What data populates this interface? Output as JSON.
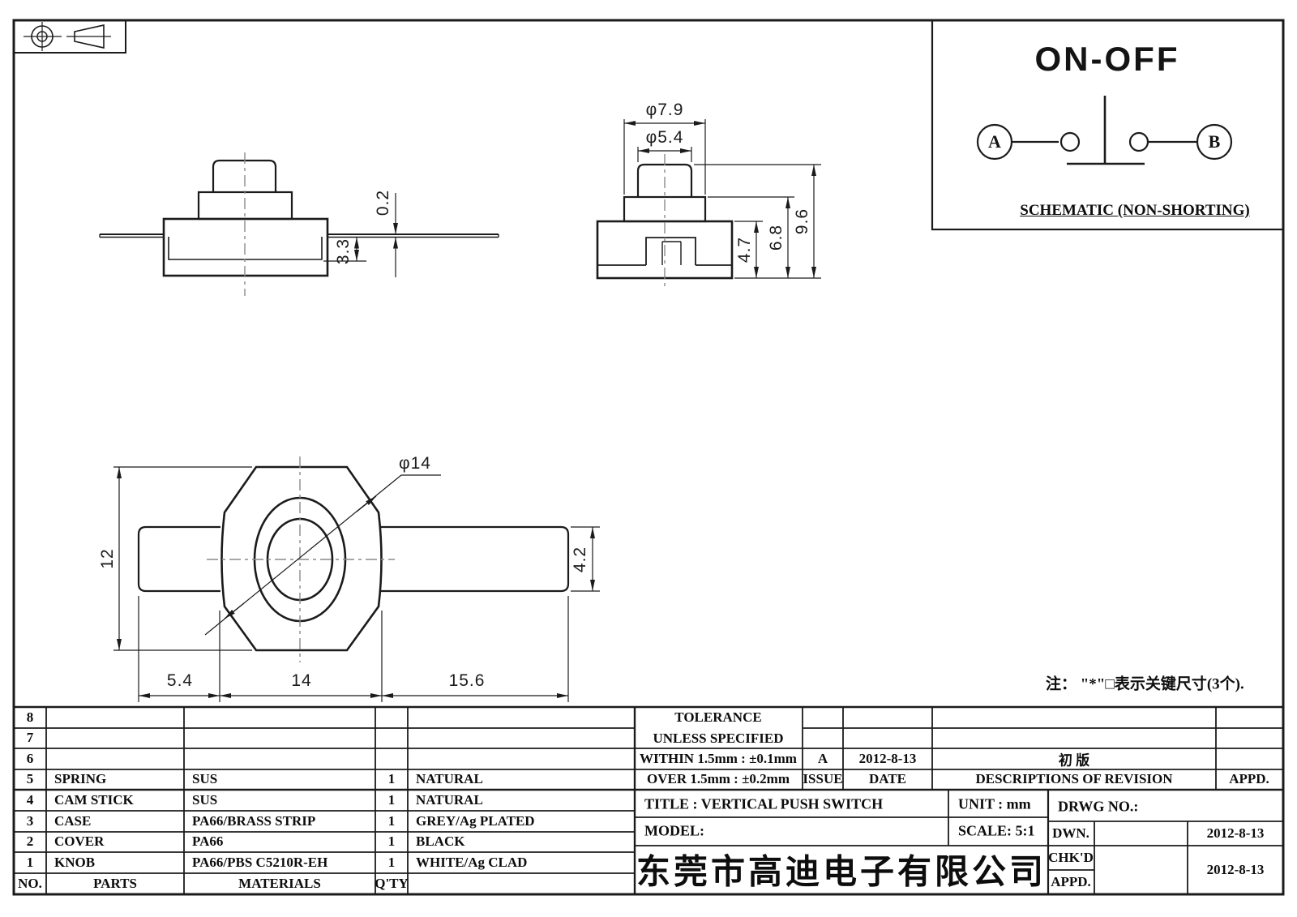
{
  "schematic": {
    "title": "ON-OFF",
    "terminal_a": "A",
    "terminal_b": "B",
    "caption": "SCHEMATIC (NON-SHORTING)"
  },
  "note": "注： \"*\"□表示关键尺寸(3个).",
  "dims": {
    "front_terminal_thickness": "0.2",
    "front_inner_depth": "3.3",
    "side_base_dia": "φ7.9",
    "side_knob_dia": "φ5.4",
    "side_body_height": "4.7",
    "side_mid_height": "6.8",
    "side_total_height": "9.6",
    "top_body_width": "12",
    "top_body_dia": "φ14",
    "top_terminal_width": "4.2",
    "top_left_length": "5.4",
    "top_body_length": "14",
    "top_right_length": "15.6"
  },
  "parts_table": {
    "headers": {
      "no": "NO.",
      "parts": "PARTS",
      "materials": "MATERIALS",
      "qty": "Q'TY"
    },
    "rows": [
      {
        "no": "8",
        "part": "",
        "material": "",
        "qty": "",
        "color": ""
      },
      {
        "no": "7",
        "part": "",
        "material": "",
        "qty": "",
        "color": ""
      },
      {
        "no": "6",
        "part": "",
        "material": "",
        "qty": "",
        "color": ""
      },
      {
        "no": "5",
        "part": "SPRING",
        "material": "SUS",
        "qty": "1",
        "color": "NATURAL"
      },
      {
        "no": "4",
        "part": "CAM STICK",
        "material": "SUS",
        "qty": "1",
        "color": "NATURAL"
      },
      {
        "no": "3",
        "part": "CASE",
        "material": "PA66/BRASS STRIP",
        "qty": "1",
        "color": "GREY/Ag PLATED"
      },
      {
        "no": "2",
        "part": "COVER",
        "material": "PA66",
        "qty": "1",
        "color": "BLACK"
      },
      {
        "no": "1",
        "part": "KNOB",
        "material": "PA66/PBS C5210R-EH",
        "qty": "1",
        "color": "WHITE/Ag CLAD"
      }
    ]
  },
  "title_block": {
    "tolerance_line1": "TOLERANCE",
    "tolerance_line2": "UNLESS  SPECIFIED",
    "within": "WITHIN 1.5mm : ±0.1mm",
    "over": "OVER 1.5mm : ±0.2mm",
    "issue_value": "A",
    "issue_date": "2012-8-13",
    "issue_label": "ISSUE",
    "date_label": "DATE",
    "revision_desc": "初  版",
    "revision_header": "DESCRIPTIONS OF REVISION",
    "appd_header": "APPD.",
    "title": "TITLE :   VERTICAL PUSH SWITCH",
    "unit": "UNIT :   mm",
    "drwg_no": "DRWG NO.:",
    "model": "MODEL:",
    "scale": "SCALE:   5:1",
    "dwn_label": "DWN.",
    "chkd_label": "CHK'D",
    "appd_label": "APPD.",
    "dwn_date": "2012-8-13",
    "chkd_appd_date": "2012-8-13",
    "company": "东莞市高迪电子有限公司"
  }
}
